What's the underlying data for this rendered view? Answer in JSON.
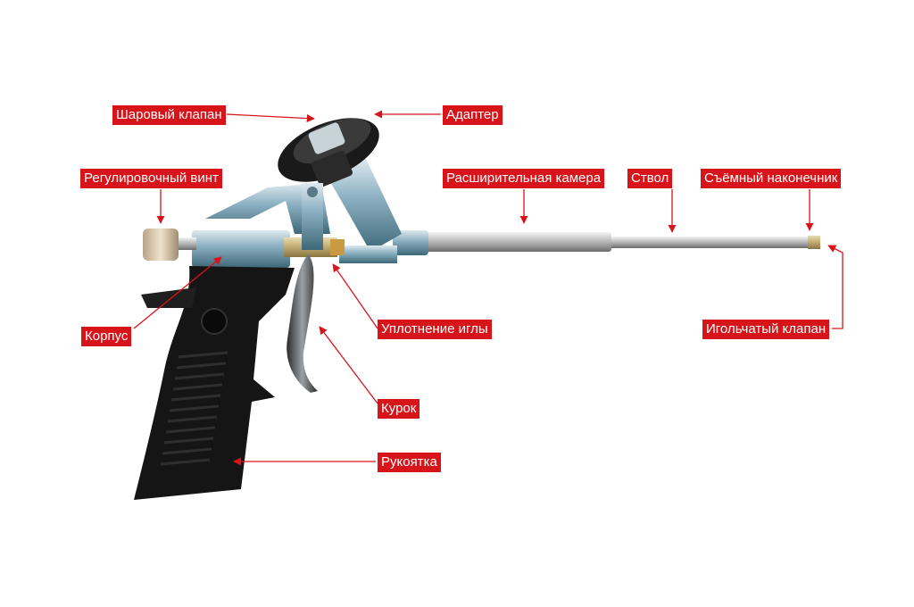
{
  "accent_color": "#d7141a",
  "labels": {
    "ball_valve": "Шаровый клапан",
    "adapter": "Адаптер",
    "adjusting_screw": "Регулировочный винт",
    "expansion_chamber": "Расширительная камера",
    "barrel": "Ствол",
    "removable_tip": "Съёмный наконечник",
    "body": "Корпус",
    "needle_seal": "Уплотнение иглы",
    "needle_valve": "Игольчатый клапан",
    "trigger": "Курок",
    "handle": "Рукоятка"
  }
}
